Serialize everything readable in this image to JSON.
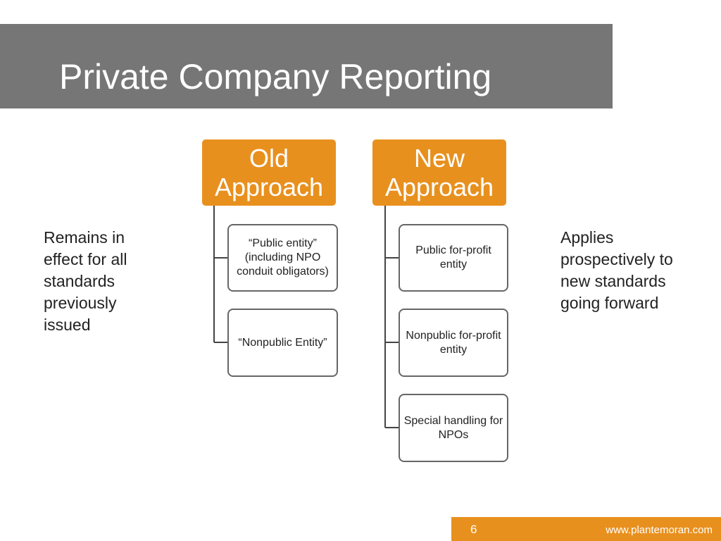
{
  "slide": {
    "title": "Private Company Reporting",
    "page_number": "6",
    "url": "www.plantemoran.com"
  },
  "diagram": {
    "old": {
      "header": "Old Approach",
      "children": [
        "“Public entity” (including NPO conduit obligators)",
        "“Nonpublic Entity”"
      ],
      "note": "Remains in effect for all standards previously issued"
    },
    "new": {
      "header": "New Approach",
      "children": [
        "Public for-profit entity",
        "Nonpublic for-profit entity",
        "Special handling for NPOs"
      ],
      "note": "Applies prospectively to new standards going forward"
    }
  },
  "colors": {
    "accent": "#e8901e",
    "title_bar": "#767676",
    "connector": "#444444"
  }
}
